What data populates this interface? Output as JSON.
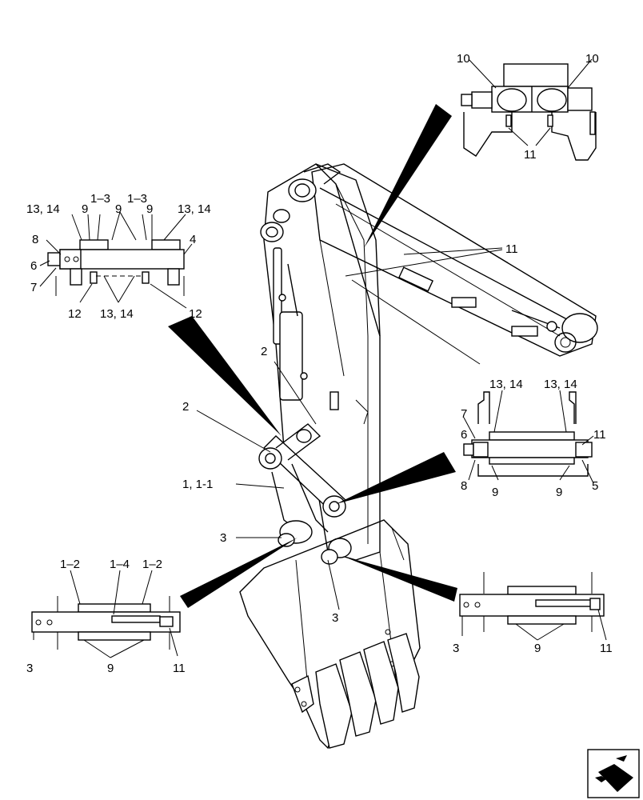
{
  "callouts": {
    "top_right": {
      "c10a": "10",
      "c10b": "10",
      "c11": "11"
    },
    "main": {
      "c11": "11",
      "c2a": "2",
      "c2b": "2",
      "c1": "1, 1-1",
      "c3a": "3",
      "c3b": "3"
    },
    "top_left": {
      "c1314a": "13, 14",
      "c9a": "9",
      "c13a": "1–3",
      "c9b": "9",
      "c13b": "1–3",
      "c9c": "9",
      "c1314b": "13, 14",
      "c8": "8",
      "c4": "4",
      "c6": "6",
      "c7": "7",
      "c12a": "12",
      "c1314c": "13, 14",
      "c12b": "12"
    },
    "mid_right": {
      "c1314a": "13, 14",
      "c1314b": "13, 14",
      "c7": "7",
      "c6": "6",
      "c11": "11",
      "c8": "8",
      "c9a": "9",
      "c9b": "9",
      "c5": "5"
    },
    "bottom_left": {
      "c12a": "1–2",
      "c14": "1–4",
      "c12b": "1–2",
      "c3": "3",
      "c9": "9",
      "c11": "11"
    },
    "bottom_right": {
      "c3": "3",
      "c9": "9",
      "c11": "11"
    }
  },
  "icons": {
    "corner": "page-turn-arrow-icon"
  }
}
